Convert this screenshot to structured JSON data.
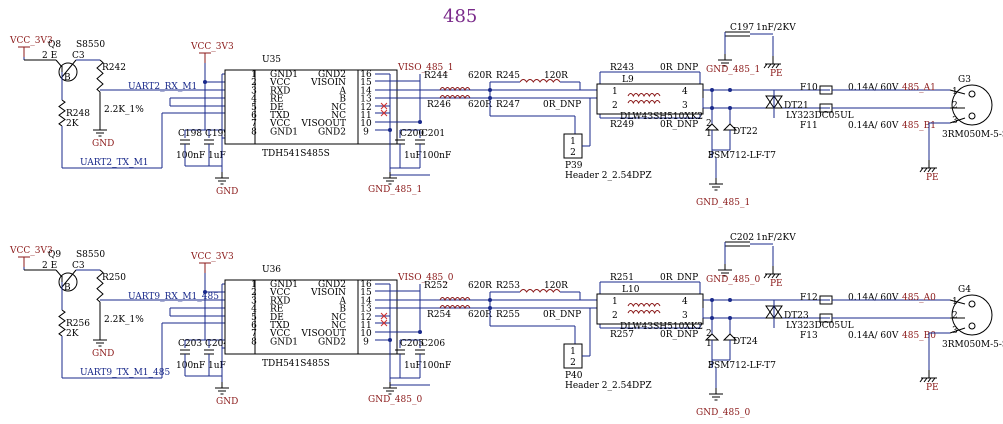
{
  "title": "485",
  "channels": [
    {
      "vcc_label": "VCC_3V3",
      "q_ref": "Q8",
      "q_part": "S8550",
      "c_emit": "C3",
      "pin_e": "2 E",
      "pin_b": "B",
      "r_bias": "R242",
      "r_bias_val": "2.2K_1%",
      "r_pull": "R248",
      "r_pull_val": "2K",
      "gnd": "GND",
      "rx_net": "UART2_RX_M1",
      "tx_net": "UART2_TX_M1",
      "vcc_chip_label": "VCC_3V3",
      "chip_ref": "U35",
      "chip_part": "TDH541S485S",
      "left_pins": [
        {
          "num": "1",
          "name": "GND1"
        },
        {
          "num": "2",
          "name": "VCC"
        },
        {
          "num": "3",
          "name": "RXD"
        },
        {
          "num": "4",
          "name": "RE"
        },
        {
          "num": "5",
          "name": "DE"
        },
        {
          "num": "6",
          "name": "TXD"
        },
        {
          "num": "7",
          "name": "VCC"
        },
        {
          "num": "8",
          "name": "GND1"
        }
      ],
      "right_pins": [
        {
          "num": "16",
          "name": "GND2"
        },
        {
          "num": "15",
          "name": "VISOIN"
        },
        {
          "num": "14",
          "name": "A"
        },
        {
          "num": "13",
          "name": "B"
        },
        {
          "num": "12",
          "name": "NC"
        },
        {
          "num": "11",
          "name": "NC"
        },
        {
          "num": "10",
          "name": "VISOOUT"
        },
        {
          "num": "9",
          "name": "GND2"
        }
      ],
      "cap_a": "C198",
      "cap_a_val": "100nF",
      "cap_b": "C199",
      "cap_b_val": "1uF",
      "cap_c": "C200",
      "cap_c_val": "1uF",
      "cap_d": "C201",
      "cap_d_val": "100nF",
      "viso_net": "VISO_485_1",
      "gnd_iso": "GND_485_1",
      "r_a1": "R244",
      "r_a1_val": "620R",
      "r_b1": "R246",
      "r_b1_val": "620R",
      "r_term": "R245",
      "r_term_val": "120R",
      "r_term2": "R247",
      "r_term2_val": "0R_DNP",
      "header_ref": "P39",
      "header_part": "Header 2_2.54DPZ",
      "header_pin1": "1",
      "header_pin2": "2",
      "r_by1": "R243",
      "r_by1_val": "0R_DNP",
      "r_by2": "R249",
      "r_by2_val": "0R_DNP",
      "choke_ref": "L9",
      "choke_part": "DLW43SH510XK2",
      "choke_p1": "1",
      "choke_p2": "2",
      "choke_p3": "3",
      "choke_p4": "4",
      "cap_top": "C197",
      "cap_top_val": "1nF/2KV",
      "cap_top_gnd": "GND_485_1",
      "pe": "PE",
      "tvs_ref": "DT21",
      "tvs_part": "LY323DC05UL",
      "tvs2_ref": "DT22",
      "tvs2_part": "PSM712-LF-T7",
      "tvs2_p1": "1",
      "tvs2_p2": "2",
      "tvs2_p3": "3",
      "fuse_a": "F10",
      "fuse_a_val": "0.14A/ 60V",
      "fuse_b": "F11",
      "fuse_b_val": "0.14A/ 60V",
      "out_a": "485_A1",
      "out_b": "485_B1",
      "conn_ref": "G3",
      "conn_part": "3RM050M-5-S",
      "conn_p1": "1",
      "conn_p2": "2",
      "conn_p3": "3",
      "gnd_bottom": "GND_485_1"
    },
    {
      "vcc_label": "VCC_3V3",
      "q_ref": "Q9",
      "q_part": "S8550",
      "c_emit": "C3",
      "pin_e": "2 E",
      "pin_b": "B",
      "r_bias": "R250",
      "r_bias_val": "2.2K_1%",
      "r_pull": "R256",
      "r_pull_val": "2K",
      "gnd": "GND",
      "rx_net": "UART9_RX_M1_485",
      "tx_net": "UART9_TX_M1_485",
      "vcc_chip_label": "VCC_3V3",
      "chip_ref": "U36",
      "chip_part": "TDH541S485S",
      "left_pins": [
        {
          "num": "1",
          "name": "GND1"
        },
        {
          "num": "2",
          "name": "VCC"
        },
        {
          "num": "3",
          "name": "RXD"
        },
        {
          "num": "4",
          "name": "RE"
        },
        {
          "num": "5",
          "name": "DE"
        },
        {
          "num": "6",
          "name": "TXD"
        },
        {
          "num": "7",
          "name": "VCC"
        },
        {
          "num": "8",
          "name": "GND1"
        }
      ],
      "right_pins": [
        {
          "num": "16",
          "name": "GND2"
        },
        {
          "num": "15",
          "name": "VISOIN"
        },
        {
          "num": "14",
          "name": "A"
        },
        {
          "num": "13",
          "name": "B"
        },
        {
          "num": "12",
          "name": "NC"
        },
        {
          "num": "11",
          "name": "NC"
        },
        {
          "num": "10",
          "name": "VISOOUT"
        },
        {
          "num": "9",
          "name": "GND2"
        }
      ],
      "cap_a": "C203",
      "cap_a_val": "100nF",
      "cap_b": "C204",
      "cap_b_val": "1uF",
      "cap_c": "C205",
      "cap_c_val": "1uF",
      "cap_d": "C206",
      "cap_d_val": "100nF",
      "viso_net": "VISO_485_0",
      "gnd_iso": "GND_485_0",
      "r_a1": "R252",
      "r_a1_val": "620R",
      "r_b1": "R254",
      "r_b1_val": "620R",
      "r_term": "R253",
      "r_term_val": "120R",
      "r_term2": "R255",
      "r_term2_val": "0R_DNP",
      "header_ref": "P40",
      "header_part": "Header 2_2.54DPZ",
      "header_pin1": "1",
      "header_pin2": "2",
      "r_by1": "R251",
      "r_by1_val": "0R_DNP",
      "r_by2": "R257",
      "r_by2_val": "0R_DNP",
      "choke_ref": "L10",
      "choke_part": "DLW43SH510XK2",
      "choke_p1": "1",
      "choke_p2": "2",
      "choke_p3": "3",
      "choke_p4": "4",
      "cap_top": "C202",
      "cap_top_val": "1nF/2KV",
      "cap_top_gnd": "GND_485_0",
      "pe": "PE",
      "tvs_ref": "DT23",
      "tvs_part": "LY323DC05UL",
      "tvs2_ref": "DT24",
      "tvs2_part": "PSM712-LF-T7",
      "tvs2_p1": "1",
      "tvs2_p2": "2",
      "tvs2_p3": "3",
      "fuse_a": "F12",
      "fuse_a_val": "0.14A/ 60V",
      "fuse_b": "F13",
      "fuse_b_val": "0.14A/ 60V",
      "out_a": "485_A0",
      "out_b": "485_B0",
      "conn_ref": "G4",
      "conn_part": "3RM050M-5-S",
      "conn_p1": "1",
      "conn_p2": "2",
      "conn_p3": "3",
      "gnd_bottom": "GND_485_0"
    }
  ]
}
